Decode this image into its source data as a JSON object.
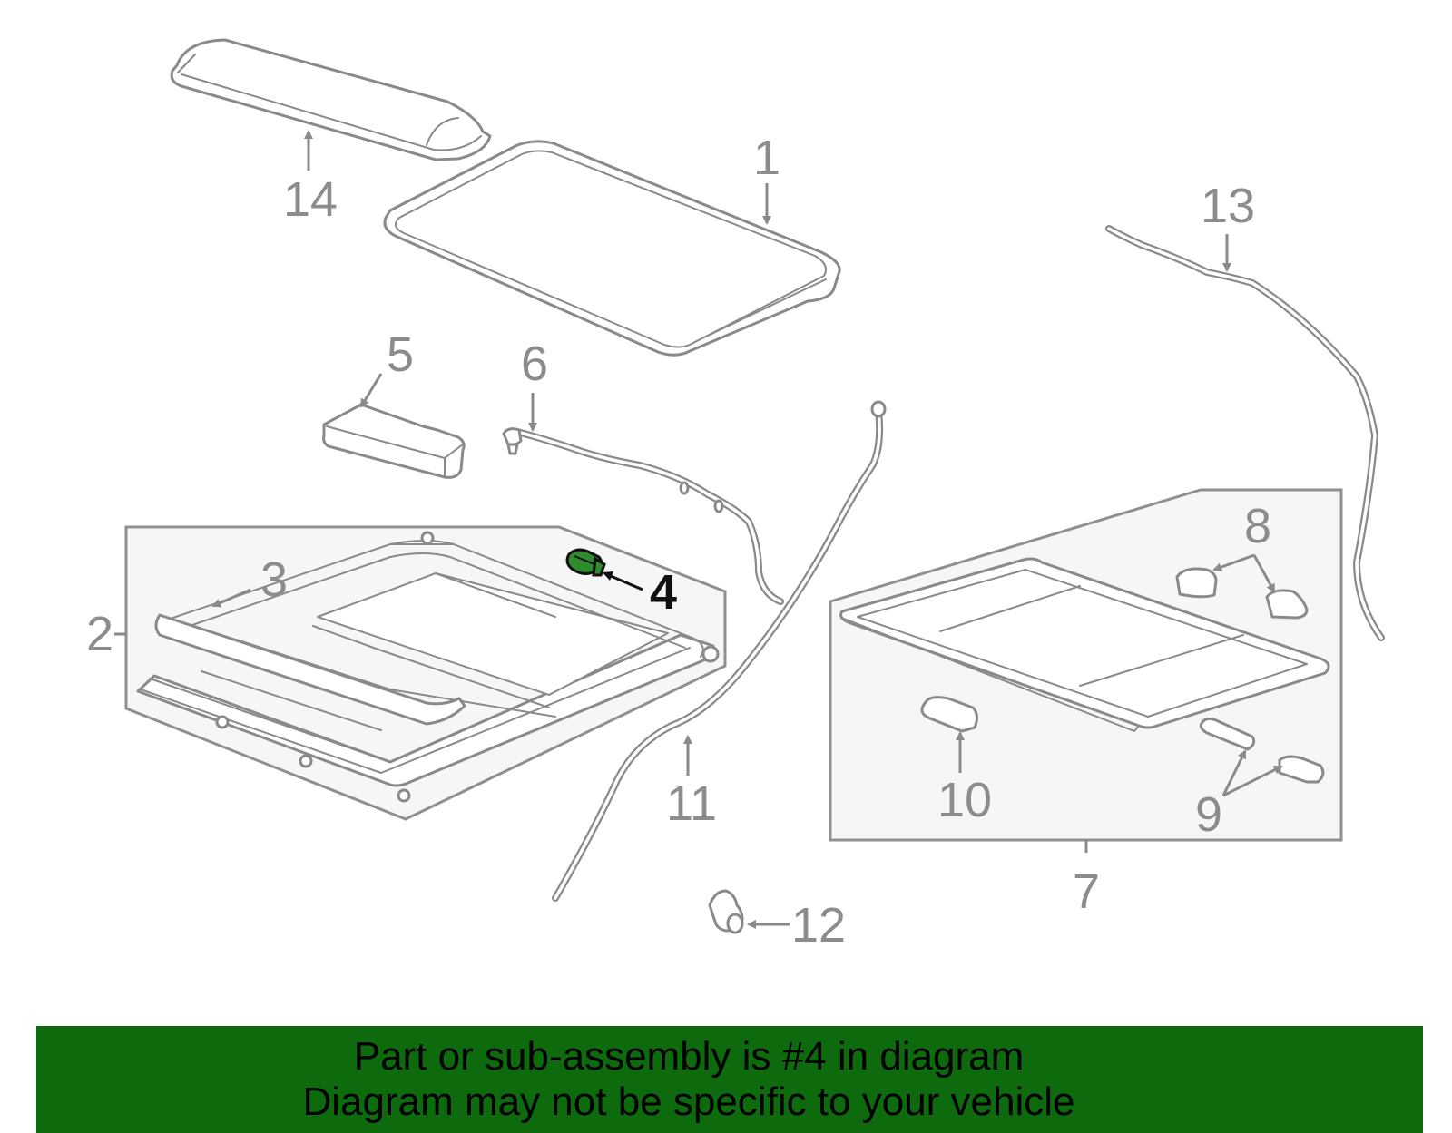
{
  "diagram": {
    "callouts": [
      "1",
      "2",
      "3",
      "4",
      "5",
      "6",
      "7",
      "8",
      "9",
      "10",
      "11",
      "12",
      "13",
      "14"
    ],
    "highlighted_callout": "4",
    "highlight_color": "#2e8b2e"
  },
  "notice": {
    "line1": "Part or sub-assembly is #4 in diagram",
    "line2": "Diagram may not be specific to your vehicle",
    "background": "#0d6a0d"
  }
}
